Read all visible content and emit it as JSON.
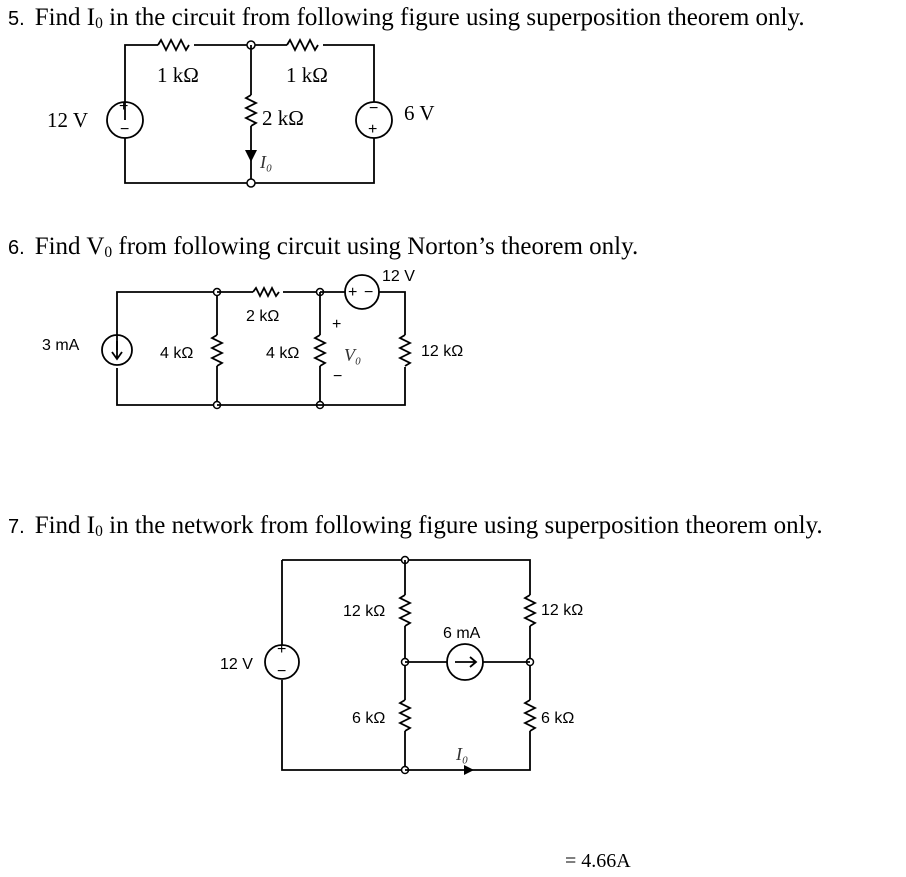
{
  "questions": [
    {
      "number": "5.",
      "text_pre": "Find I",
      "sub": "0",
      "text_post": " in the circuit from following figure using superposition theorem only."
    },
    {
      "number": "6.",
      "text_pre": "Find V",
      "sub": "0",
      "text_post": " from following circuit using Norton’s theorem only."
    },
    {
      "number": "7.",
      "text_pre": "Find I",
      "sub": "0",
      "text_post": " in the network from following figure using superposition theorem only."
    }
  ],
  "circuit5": {
    "r_left": "1 kΩ",
    "r_right": "1 kΩ",
    "r_mid": "2 kΩ",
    "v_left": "12 V",
    "v_right": "6 V",
    "current": "I₀",
    "plus": "+",
    "minus": "−"
  },
  "circuit6": {
    "current_source": "3 mA",
    "r1": "4 kΩ",
    "r2": "2 kΩ",
    "r3": "4 kΩ",
    "r4": "12 kΩ",
    "v_source": "12 V",
    "vo": "V₀",
    "plus": "+",
    "minus": "−"
  },
  "circuit7": {
    "v_source": "12 V",
    "r_tl": "12 kΩ",
    "r_tr": "12 kΩ",
    "r_bl": "6 kΩ",
    "r_br": "6 kΩ",
    "current_source": "6 mA",
    "current": "I₀",
    "plus": "+",
    "minus": "−"
  },
  "answer": "= 4.66A"
}
